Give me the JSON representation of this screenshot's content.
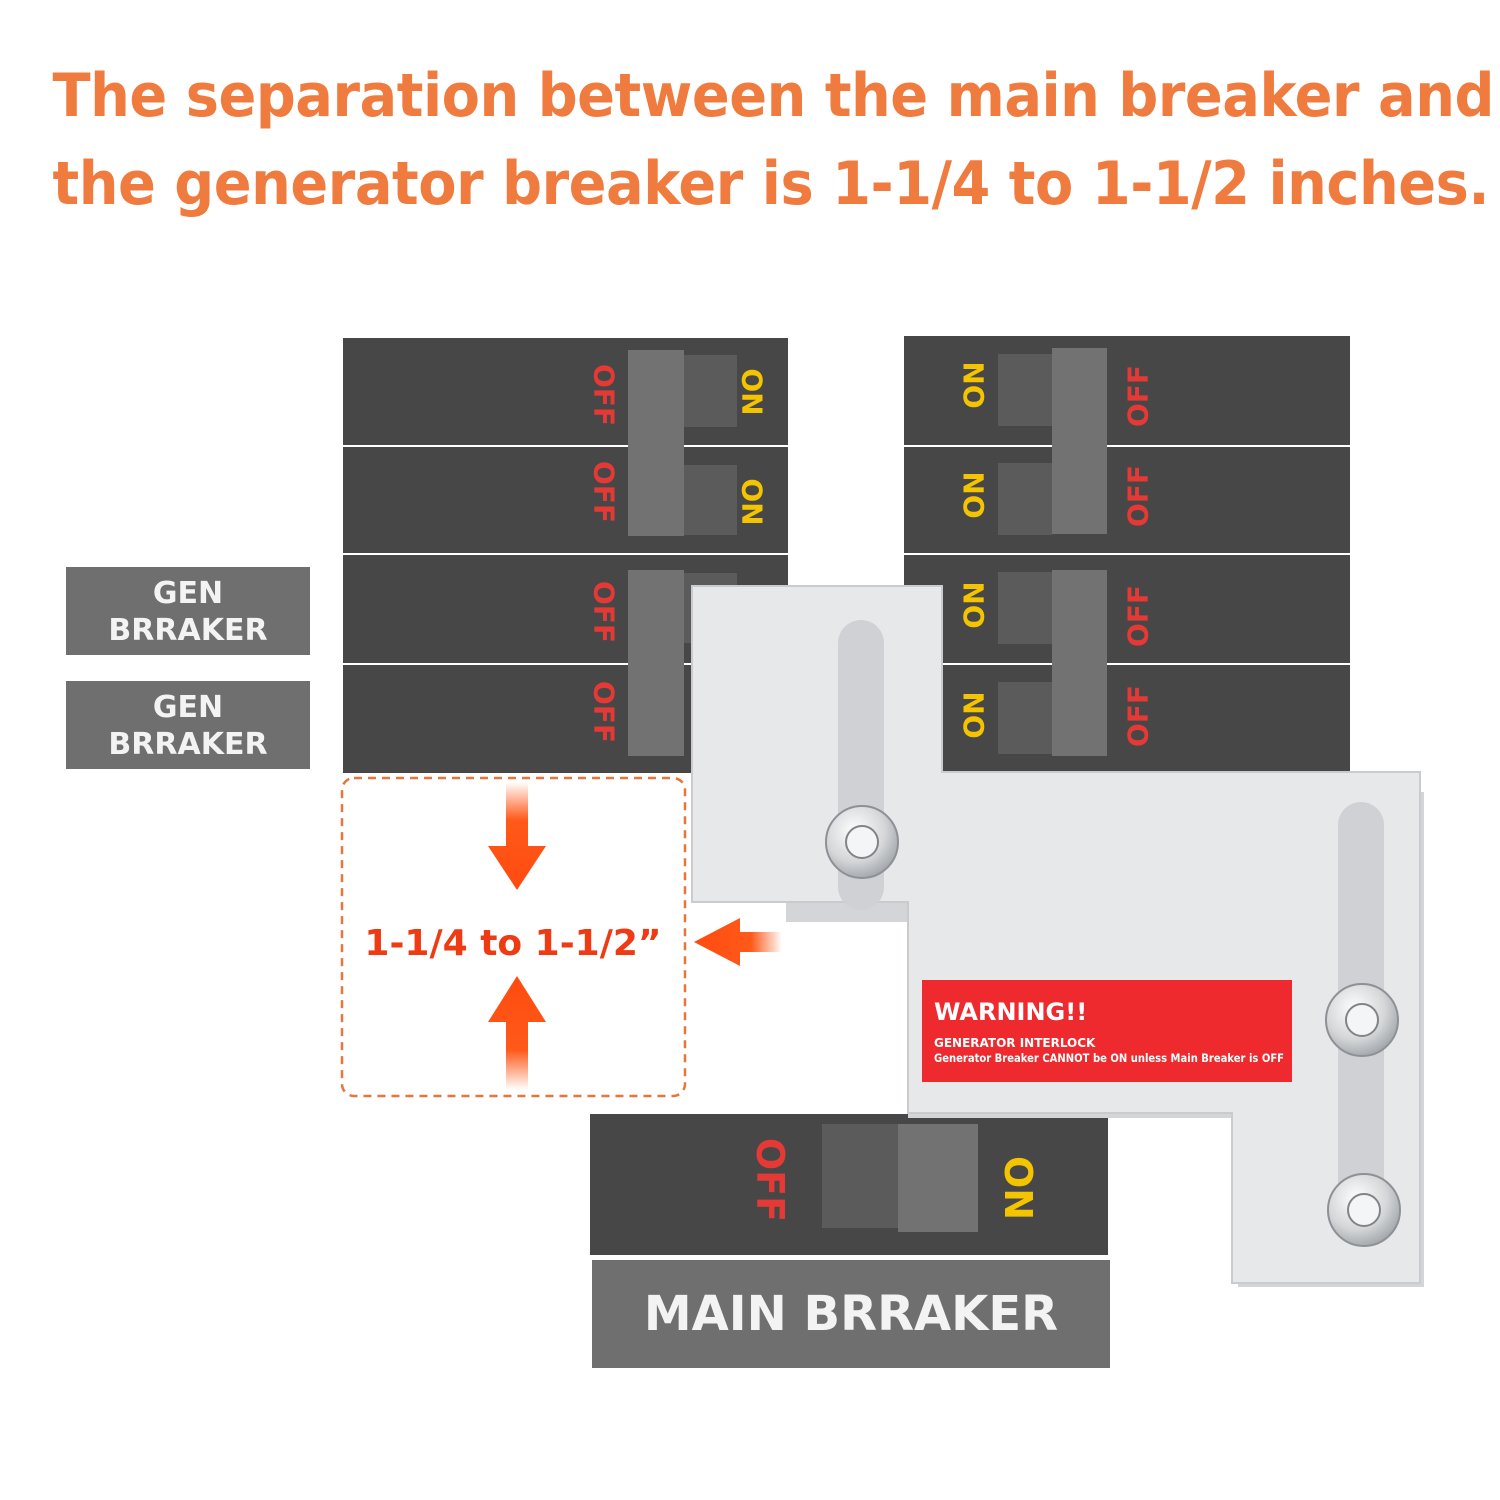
{
  "headline": {
    "line1": "The separation between the main breaker and",
    "line2": "the generator breaker is 1-1/4 to 1-1/2 inches."
  },
  "labels": {
    "gen_breaker_top": [
      "GEN",
      "BRRAKER"
    ],
    "gen_breaker_bottom": [
      "GEN",
      "BRRAKER"
    ],
    "main_breaker": "MAIN BRRAKER"
  },
  "breaker_text": {
    "on": "ON",
    "off": "OFF"
  },
  "measurement": "1-1/4 to 1-1/2”",
  "warning": {
    "title": "WARNING!!",
    "line1": "GENERATOR INTERLOCK",
    "line2": "Generator Breaker CANNOT be ON unless Main Breaker is OFF"
  },
  "colors": {
    "headline": "#f07b3f",
    "breaker_body": "#474747",
    "label_gray": "#6f6f6f",
    "off_red": "#e53935",
    "on_yellow": "#f5c400",
    "arrow": "#ff5a1a",
    "warning_red": "#ee2a2f",
    "plate": "#e7e8ea"
  }
}
